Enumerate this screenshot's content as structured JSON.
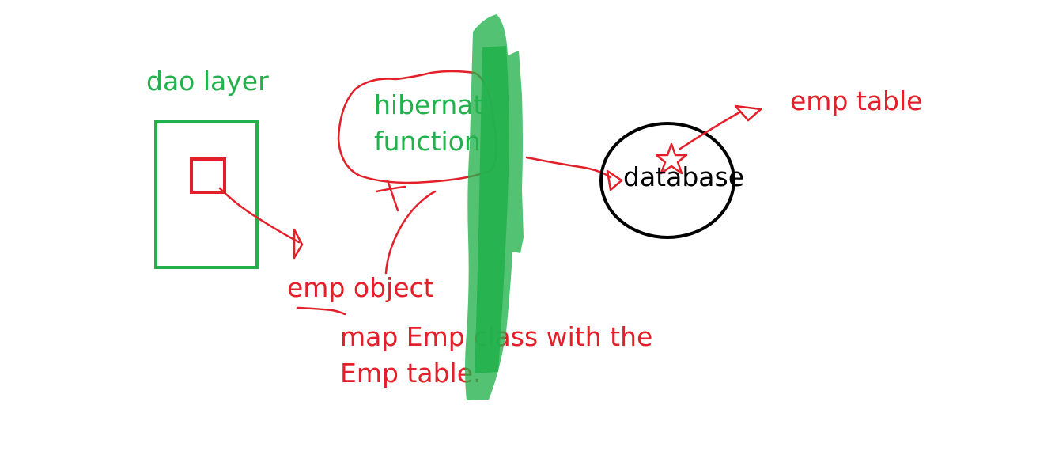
{
  "labels": {
    "dao_layer": "dao layer",
    "hibernate_line1": "hibernat",
    "hibernate_line2": "function",
    "database": "database",
    "emp_table": "emp table",
    "emp_object": "emp object",
    "map_line1": "map Emp class with the",
    "map_line2": "Emp table."
  },
  "colors": {
    "green": "#22b14c",
    "red": "#e3202a",
    "black": "#000000",
    "background": "#ffffff"
  }
}
